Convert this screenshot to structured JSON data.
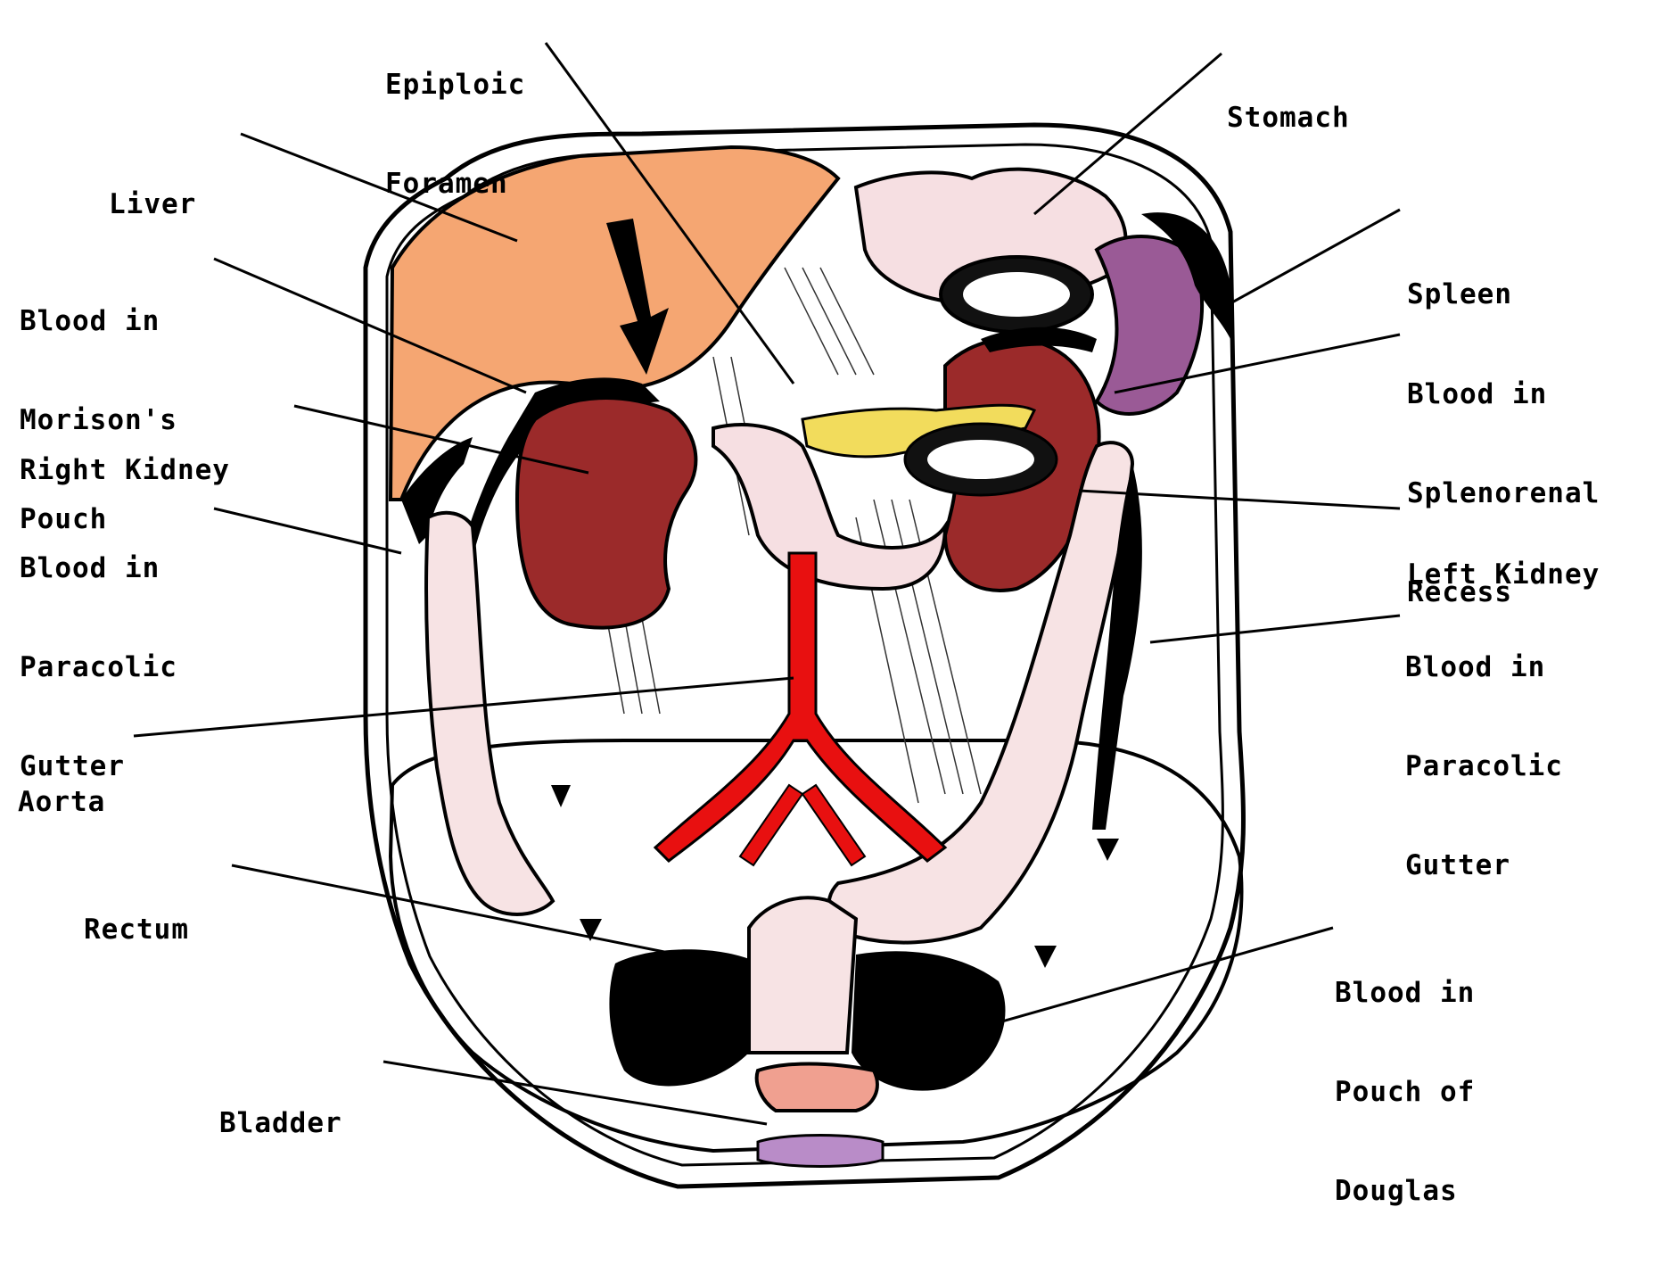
{
  "diagram": {
    "labels": {
      "epiploic_foramen": [
        "Epiploic",
        "Foramen"
      ],
      "stomach": [
        "Stomach"
      ],
      "liver": [
        "Liver"
      ],
      "blood_morison": [
        "Blood in",
        "Morison's",
        "Pouch"
      ],
      "spleen": [
        "Spleen"
      ],
      "blood_splenorenal": [
        "Blood in",
        "Splenorenal",
        "Recess"
      ],
      "right_kidney": [
        "Right Kidney"
      ],
      "blood_paracolic_right": [
        "Blood in",
        "Paracolic",
        "Gutter"
      ],
      "left_kidney": [
        "Left Kidney"
      ],
      "blood_paracolic_left": [
        "Blood in",
        "Paracolic",
        "Gutter"
      ],
      "aorta": [
        "Aorta"
      ],
      "rectum": [
        "Rectum"
      ],
      "blood_douglas": [
        "Blood in",
        "Pouch of",
        "Douglas"
      ],
      "bladder": [
        "Bladder"
      ]
    },
    "colors": {
      "liver": "#f5a672",
      "kidney": "#9b2a2a",
      "spleen": "#9a5a96",
      "stomach": "#f6dfe2",
      "colon": "#f7e3e4",
      "aorta": "#e81010",
      "pancreas": "#f2dc5c",
      "blood": "#000000",
      "bladder": "#f0a090",
      "outline": "#000000"
    }
  }
}
